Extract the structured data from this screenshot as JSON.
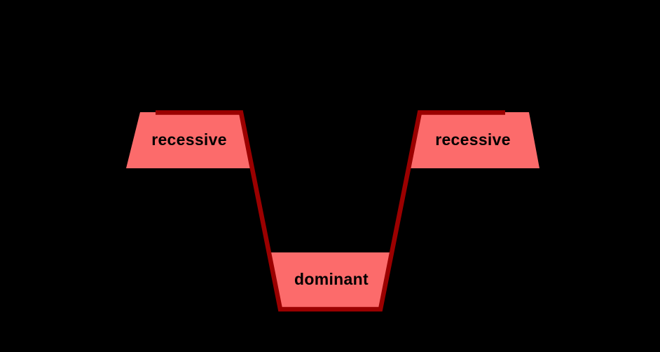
{
  "diagram": {
    "title": "dominance-well-diagram",
    "labels": {
      "left_region": "recessive",
      "center_region": "dominant",
      "right_region": "recessive"
    },
    "colors": {
      "background": "#000000",
      "region_fill": "#FC6B6B",
      "outline": "#9B0000",
      "label_text": "#000000"
    }
  }
}
